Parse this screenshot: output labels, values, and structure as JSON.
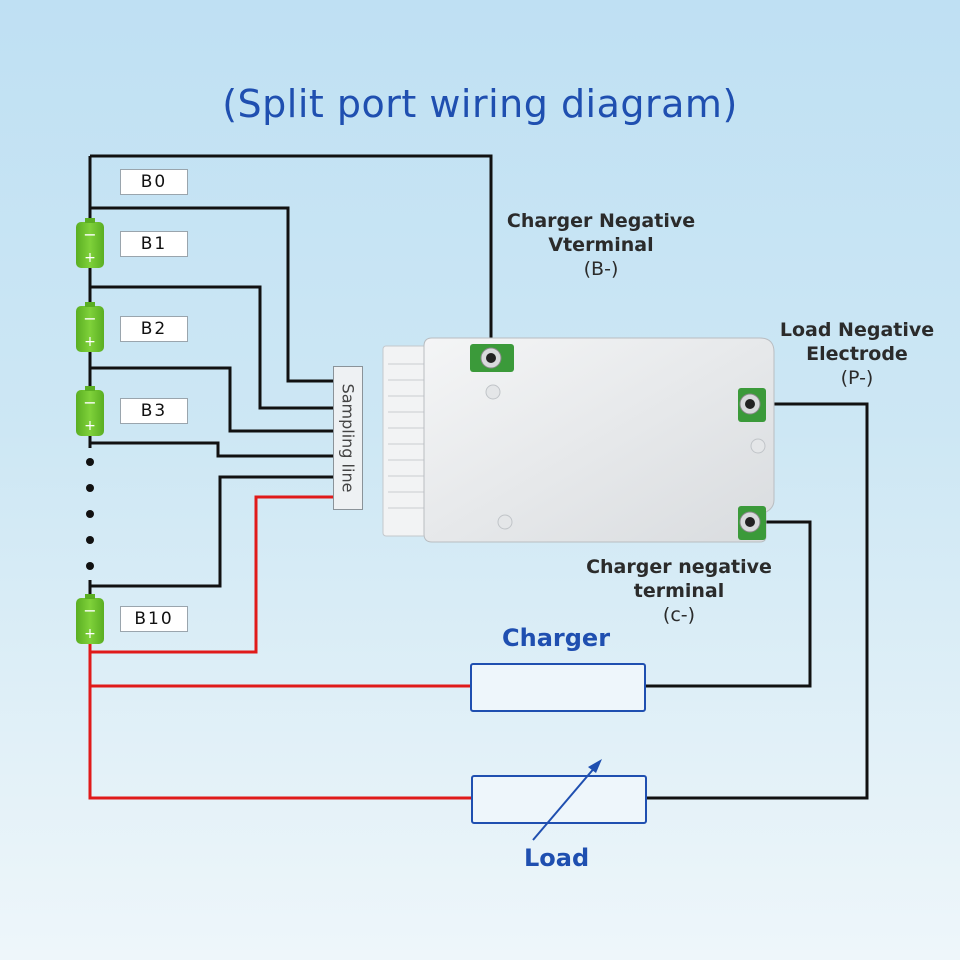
{
  "title": "(Split port wiring diagram)",
  "cell_labels": [
    "B0",
    "B1",
    "B2",
    "B3",
    "B10"
  ],
  "sampling_line_label": "Sampling line",
  "callouts": {
    "charger_neg_v": {
      "line1": "Charger Negative",
      "line2": "Vterminal",
      "line3": "(B-)"
    },
    "load_neg": {
      "line1": "Load Negative",
      "line2": "Electrode",
      "line3": "(P-)"
    },
    "charger_neg_c": {
      "line1": "Charger negative",
      "line2": "terminal",
      "line3": "(c-)"
    }
  },
  "charger_label": "Charger",
  "load_label": "Load",
  "colors": {
    "title": "#1f4fb0",
    "wire_black": "#111111",
    "wire_red": "#e01a1a",
    "battery_green": "#6cc22a",
    "component_blue": "#1f4fb0"
  }
}
